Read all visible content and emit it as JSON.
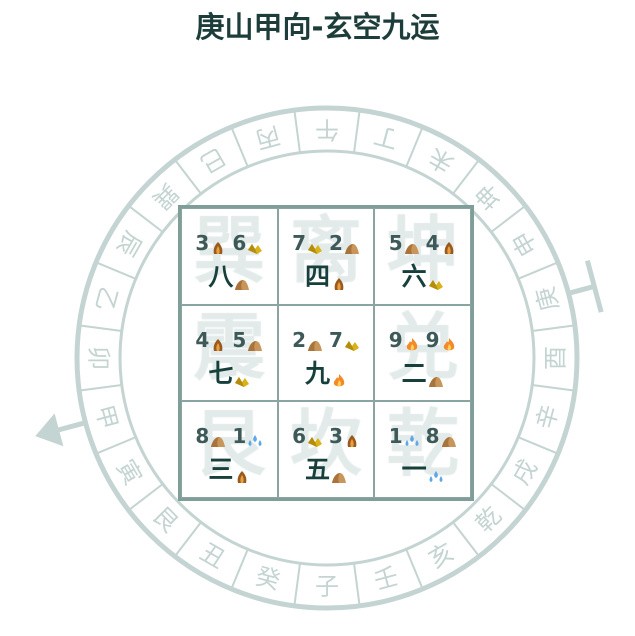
{
  "title": "庚山甲向-玄空九运",
  "colors": {
    "ring": "#c4d4d2",
    "grid_border": "#7f9d99",
    "text": "#3d5a58",
    "period_text": "#17403c",
    "title": "#1d3d3a"
  },
  "compass": {
    "mountains": [
      "午",
      "丁",
      "未",
      "坤",
      "申",
      "庚",
      "酉",
      "辛",
      "戌",
      "乾",
      "亥",
      "壬",
      "子",
      "癸",
      "丑",
      "艮",
      "寅",
      "甲",
      "卯",
      "乙",
      "辰",
      "巽",
      "巳",
      "丙"
    ],
    "sitting": "庚",
    "facing": "甲"
  },
  "grid": [
    {
      "palace": "巽",
      "mountain": {
        "n": "3",
        "icon": "wood-icon"
      },
      "water": {
        "n": "6",
        "icon": "metal-icon"
      },
      "period": {
        "n": "八",
        "icon": "earth-icon"
      }
    },
    {
      "palace": "离",
      "mountain": {
        "n": "7",
        "icon": "metal-icon"
      },
      "water": {
        "n": "2",
        "icon": "earth-icon"
      },
      "period": {
        "n": "四",
        "icon": "wood-icon"
      }
    },
    {
      "palace": "坤",
      "mountain": {
        "n": "5",
        "icon": "earth-icon"
      },
      "water": {
        "n": "4",
        "icon": "wood-icon"
      },
      "period": {
        "n": "六",
        "icon": "metal-icon"
      }
    },
    {
      "palace": "震",
      "mountain": {
        "n": "4",
        "icon": "wood-icon"
      },
      "water": {
        "n": "5",
        "icon": "earth-icon"
      },
      "period": {
        "n": "七",
        "icon": "metal-icon"
      }
    },
    {
      "palace": "",
      "mountain": {
        "n": "2",
        "icon": "earth-icon"
      },
      "water": {
        "n": "7",
        "icon": "metal-icon"
      },
      "period": {
        "n": "九",
        "icon": "fire-icon"
      }
    },
    {
      "palace": "兑",
      "mountain": {
        "n": "9",
        "icon": "fire-icon"
      },
      "water": {
        "n": "9",
        "icon": "fire-icon"
      },
      "period": {
        "n": "二",
        "icon": "earth-icon"
      }
    },
    {
      "palace": "艮",
      "mountain": {
        "n": "8",
        "icon": "earth-icon"
      },
      "water": {
        "n": "1",
        "icon": "water-icon"
      },
      "period": {
        "n": "三",
        "icon": "wood-icon"
      }
    },
    {
      "palace": "坎",
      "mountain": {
        "n": "6",
        "icon": "metal-icon"
      },
      "water": {
        "n": "3",
        "icon": "wood-icon"
      },
      "period": {
        "n": "五",
        "icon": "earth-icon"
      }
    },
    {
      "palace": "乾",
      "mountain": {
        "n": "1",
        "icon": "water-icon"
      },
      "water": {
        "n": "8",
        "icon": "earth-icon"
      },
      "period": {
        "n": "一",
        "icon": "water-icon"
      }
    }
  ]
}
